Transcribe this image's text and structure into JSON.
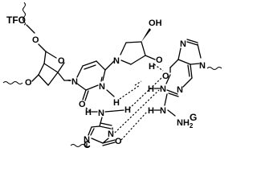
{
  "labels": {
    "tfo": "TFO",
    "base_c": "C",
    "base_g": "G"
  },
  "atoms": {
    "o": "O",
    "n": "N",
    "h": "H",
    "nh2": "NH",
    "subscript_2": "2"
  }
}
